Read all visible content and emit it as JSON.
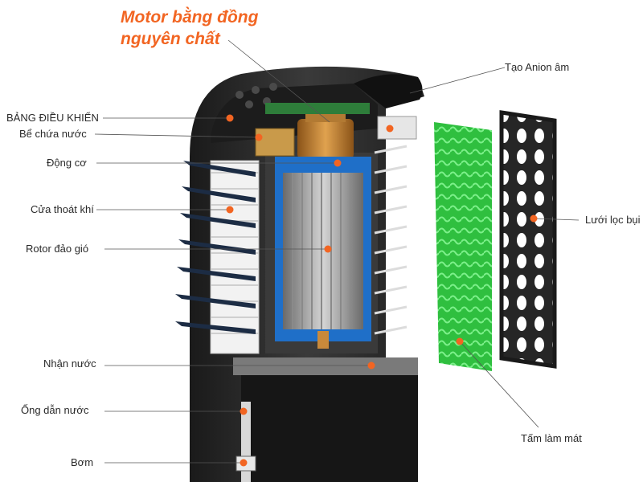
{
  "headline": {
    "line1": "Motor bằng đồng",
    "line2": "nguyên chất",
    "color": "#f26522"
  },
  "labels": {
    "control_panel": "BẢNG ĐIỀU KHIỂN",
    "water_tank": "Bể chứa nước",
    "engine": "Động cơ",
    "air_outlet": "Cửa thoát khí",
    "rotor": "Rotor đảo gió",
    "water_receiver": "Nhận nước",
    "water_pipe": "Ống dẫn nước",
    "pump": "Bơm",
    "anion": "Tạo Anion âm",
    "dust_filter": "Lưới lọc bụi",
    "cooling_pad": "Tấm làm mát"
  },
  "colors": {
    "marker": "#f26522",
    "leader_line": "#555555",
    "housing": "#2b2b2b",
    "motor_copper": "#c8893b",
    "rotor_blue": "#1f6fc8",
    "cooling_pad_green": "#3ecf4a"
  }
}
